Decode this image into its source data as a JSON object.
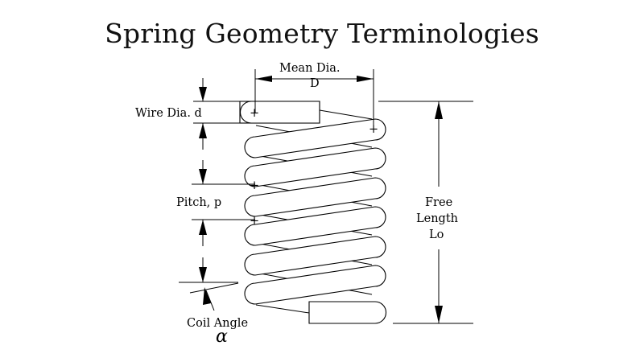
{
  "title": "Spring Geometry Terminologies",
  "labels": {
    "mean_dia": "Mean Dia.",
    "mean_dia_symbol": "D",
    "wire_dia": "Wire Dia. d",
    "pitch": "Pitch, p",
    "free_length_1": "Free",
    "free_length_2": "Length",
    "free_length_3": "Lo",
    "coil_angle": "Coil Angle",
    "coil_angle_symbol": "α"
  },
  "center_marks": "+"
}
